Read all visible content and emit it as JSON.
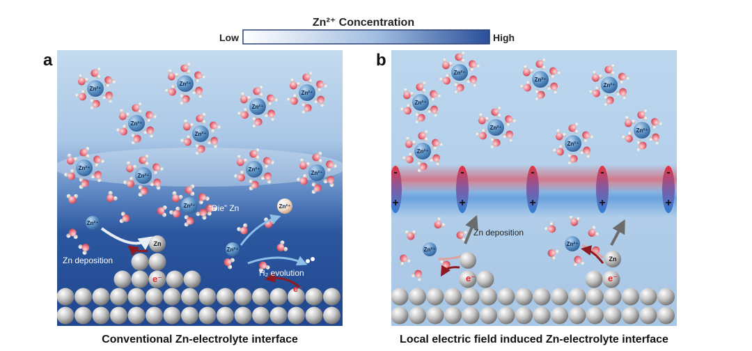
{
  "legend": {
    "title": "Zn²⁺ Concentration",
    "low": "Low",
    "high": "High"
  },
  "panel_a": {
    "letter": "a",
    "caption": "Conventional Zn-electrolyte interface",
    "ion_label": "Zn²⁺",
    "zn_label": "Zn",
    "electron_label": "e⁻",
    "die_zn_label": "“Die” Zn",
    "zn_deposition_label": "Zn deposition",
    "h2_evolution_label": "H₂ evolution"
  },
  "panel_b": {
    "letter": "b",
    "caption": "Local electric field induced Zn-electrolyte interface",
    "ion_label": "Zn²⁺",
    "zn_label": "Zn",
    "electron_label": "e⁻",
    "zn_deposition_label": "Zn deposition",
    "dipole_negative": "-",
    "dipole_positive": "+"
  },
  "colors": {
    "legend_low": "#ffffff",
    "legend_high": "#2a4f9a",
    "electrolyte_light": "#c9ddef",
    "electrolyte_dark": "#234c96",
    "panel_b_bg": "#b5d1ec",
    "dipole_red": "#e8333f",
    "dipole_blue": "#2f7fd3",
    "electron_red": "#e4262d",
    "water_oxygen": "#e9737e",
    "zn_ion": "#4f86b9"
  }
}
